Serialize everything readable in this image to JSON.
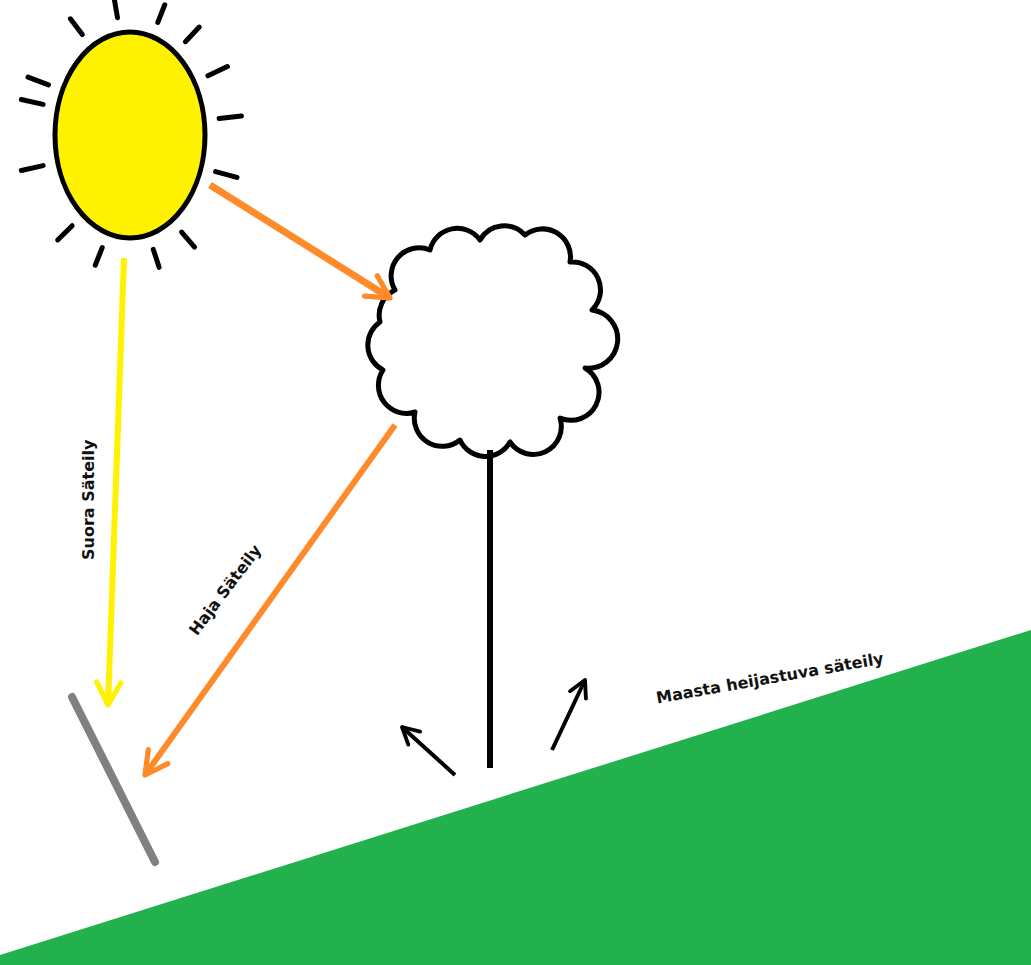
{
  "diagram": {
    "labels": [
      "Suora Säteily",
      "Haja Säteily",
      "Maasta heijastuva säteily"
    ]
  }
}
